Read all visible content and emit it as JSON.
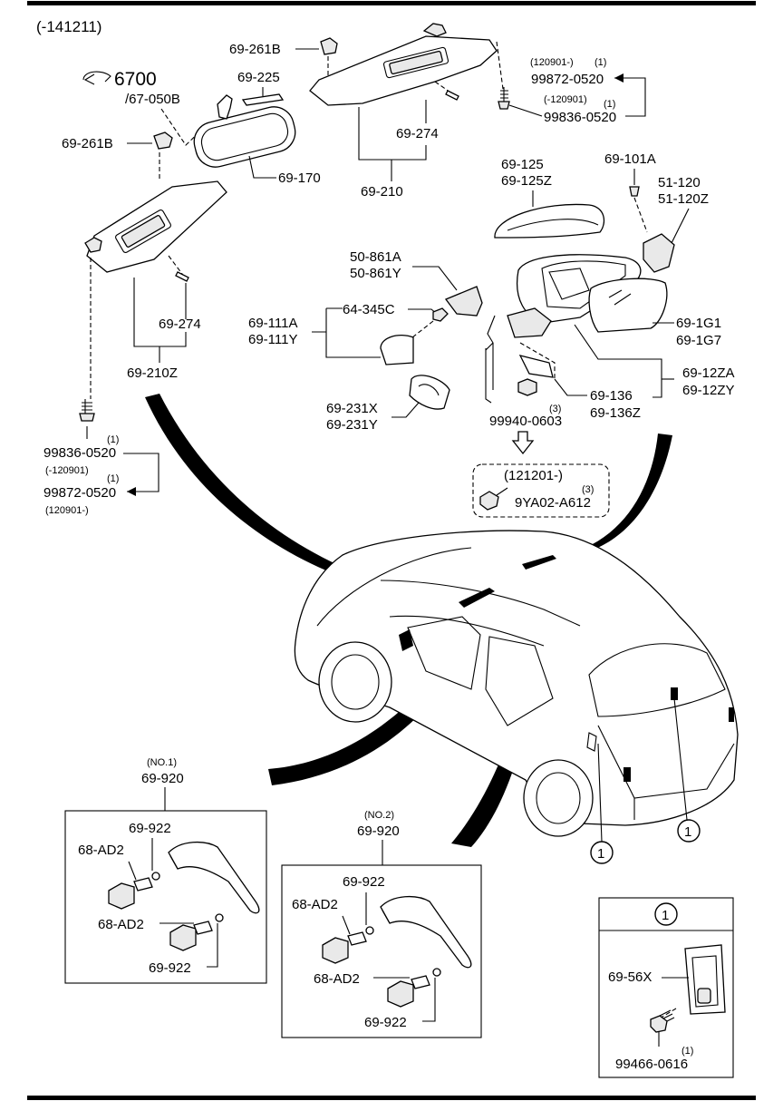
{
  "header": {
    "period": "(-141211)"
  },
  "labels": {
    "p_6700": "6700",
    "p_67_050B": "/67-050B",
    "p_69_261B_top": "69-261B",
    "p_69_225": "69-225",
    "p_69_261B_left": "69-261B",
    "p_69_170": "69-170",
    "p_69_274_right": "69-274",
    "p_69_210": "69-210",
    "p_q1_tr1": "(1)",
    "p_date_tr1": "(120901-)",
    "p_99872_tr": "99872-0520",
    "p_date_tr2": "(-120901)",
    "p_q1_tr2": "(1)",
    "p_99836_tr": "99836-0520",
    "p_69_125": "69-125",
    "p_69_125Z": "69-125Z",
    "p_69_101A": "69-101A",
    "p_51_120": "51-120",
    "p_51_120Z": "51-120Z",
    "p_50_861A": "50-861A",
    "p_50_861Y": "50-861Y",
    "p_64_345C": "64-345C",
    "p_69_111A": "69-111A",
    "p_69_111Y": "69-111Y",
    "p_69_274_left": "69-274",
    "p_69_210Z": "69-210Z",
    "p_69_1G1": "69-1G1",
    "p_69_1G7": "69-1G7",
    "p_69_12ZA": "69-12ZA",
    "p_69_12ZY": "69-12ZY",
    "p_69_136": "69-136",
    "p_69_136Z": "69-136Z",
    "p_q3_a": "(3)",
    "p_99940": "99940-0603",
    "p_69_231X": "69-231X",
    "p_69_231Y": "69-231Y",
    "p_q1_bl1": "(1)",
    "p_99836_bl": "99836-0520",
    "p_date_bl1": "(-120901)",
    "p_q1_bl2": "(1)",
    "p_99872_bl": "99872-0520",
    "p_date_bl2": "(120901-)",
    "p_121201": "(121201-)",
    "p_q3_b": "(3)",
    "p_9YA02": "9YA02-A612",
    "callout_1": "1"
  },
  "handles": {
    "no1": {
      "variant": "(NO.1)",
      "part": "69-920",
      "a": "69-922",
      "b": "68-AD2",
      "c": "68-AD2",
      "d": "69-922"
    },
    "no2": {
      "variant": "(NO.2)",
      "part": "69-920",
      "a": "69-922",
      "b": "68-AD2",
      "c": "68-AD2",
      "d": "69-922"
    }
  },
  "inset": {
    "callout": "1",
    "part": "69-56X",
    "qty": "(1)",
    "bolt": "99466-0616"
  }
}
